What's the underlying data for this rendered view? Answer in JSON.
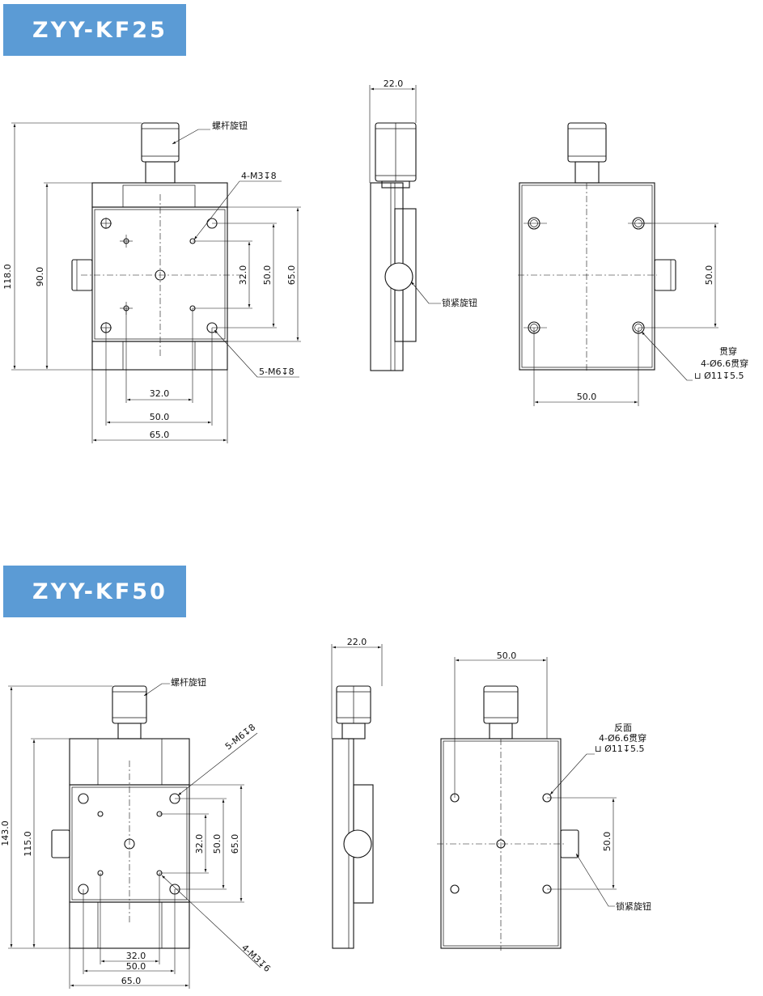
{
  "sections": [
    {
      "title": "ZYY-KF25",
      "front": {
        "knob_label": "螺杆旋钮",
        "m3_label": "4-M3↧8",
        "m6_label": "5-M6↧8",
        "dim_118": "118.0",
        "dim_90": "90.0",
        "dim_32v": "32.0",
        "dim_50v": "50.0",
        "dim_65v": "65.0",
        "dim_32h": "32.0",
        "dim_50h": "50.0",
        "dim_65h": "65.0"
      },
      "side": {
        "dim_22": "22.0",
        "lock_label": "锁紧旋钮"
      },
      "back": {
        "dim_50v": "50.0",
        "dim_50h": "50.0",
        "note1": "贯穿",
        "note2": "4-Ø6.6贯穿",
        "note3": "⊔ Ø11↧5.5"
      }
    },
    {
      "title": "ZYY-KF50",
      "front": {
        "knob_label": "螺杆旋钮",
        "m6_label": "5-M6↧8",
        "m3_label": "4-M3↧6",
        "dim_143": "143.0",
        "dim_115": "115.0",
        "dim_32v": "32.0",
        "dim_50v": "50.0",
        "dim_65v": "65.0",
        "dim_32h": "32.0",
        "dim_50h": "50.0",
        "dim_65h": "65.0"
      },
      "side": {
        "dim_22": "22.0"
      },
      "back": {
        "dim_50h": "50.0",
        "dim_50v": "50.0",
        "note1": "反面",
        "note2": "4-Ø6.6贯穿",
        "note3": "⊔ Ø11↧5.5",
        "lock_label": "锁紧旋钮"
      }
    }
  ]
}
